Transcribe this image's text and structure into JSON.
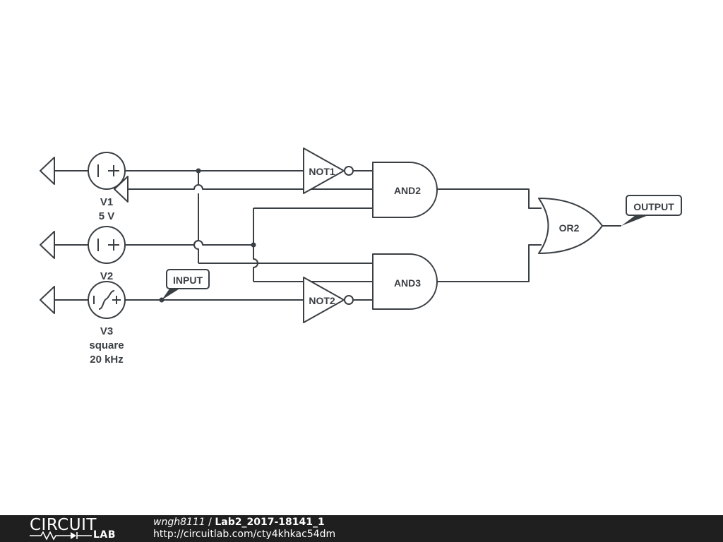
{
  "components": {
    "v1": {
      "name": "V1",
      "value": "5 V"
    },
    "v2": {
      "name": "V2"
    },
    "v3": {
      "name": "V3",
      "waveform": "square",
      "frequency": "20 kHz"
    },
    "not1": {
      "name": "NOT1"
    },
    "not2": {
      "name": "NOT2"
    },
    "and2": {
      "name": "AND2"
    },
    "and3": {
      "name": "AND3"
    },
    "or2": {
      "name": "OR2"
    }
  },
  "net_labels": {
    "input": "INPUT",
    "output": "OUTPUT"
  },
  "footer": {
    "logo_top": "CIRCUIT",
    "logo_bottom": "LAB",
    "author": "wngh8111",
    "separator": " / ",
    "title": "Lab2_2017-18141_1",
    "url": "http://circuitlab.com/cty4khkac54dm"
  }
}
